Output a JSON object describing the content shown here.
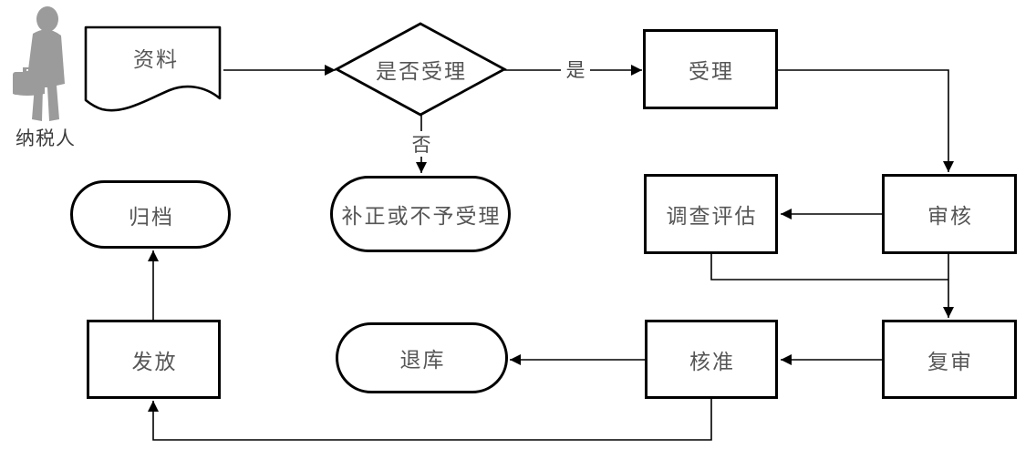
{
  "flowchart": {
    "actor_label": "纳税人",
    "nodes": {
      "materials": "资料",
      "decision": "是否受理",
      "accept": "受理",
      "correct_or_reject": "补正或不予受理",
      "investigate_evaluate": "调查评估",
      "review": "审核",
      "re_review": "复审",
      "approve": "核准",
      "refund": "退库",
      "issue": "发放",
      "archive": "归档"
    },
    "edge_labels": {
      "yes": "是",
      "no": "否"
    },
    "colors": {
      "line": "#000000",
      "node_text": "#565656",
      "actor_silhouette": "#9b9b9b",
      "background": "#ffffff"
    }
  }
}
